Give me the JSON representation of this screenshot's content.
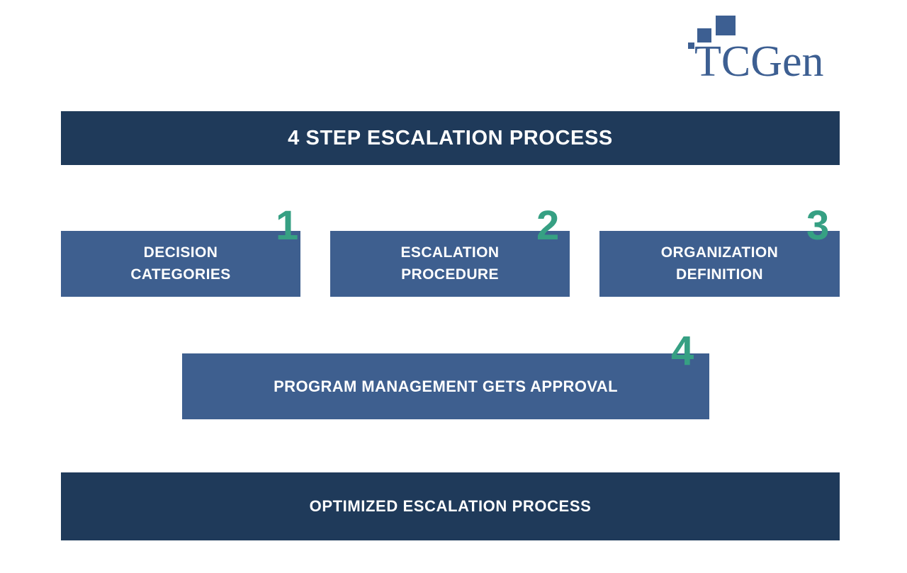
{
  "colors": {
    "background": "#ffffff",
    "banner_navy": "#1f3a5a",
    "step_blue": "#3e5f8f",
    "number_green": "#36a083",
    "logo_blue": "#3d5f92",
    "text_white": "#ffffff"
  },
  "logo": {
    "wordmark": "TCGen"
  },
  "title_banner": {
    "text": "4 STEP ESCALATION PROCESS"
  },
  "steps": [
    {
      "number": "1",
      "label": "DECISION\nCATEGORIES"
    },
    {
      "number": "2",
      "label": "ESCALATION\nPROCEDURE"
    },
    {
      "number": "3",
      "label": "ORGANIZATION\nDEFINITION"
    },
    {
      "number": "4",
      "label": "PROGRAM MANAGEMENT GETS APPROVAL"
    }
  ],
  "footer_banner": {
    "text": "OPTIMIZED ESCALATION PROCESS"
  }
}
